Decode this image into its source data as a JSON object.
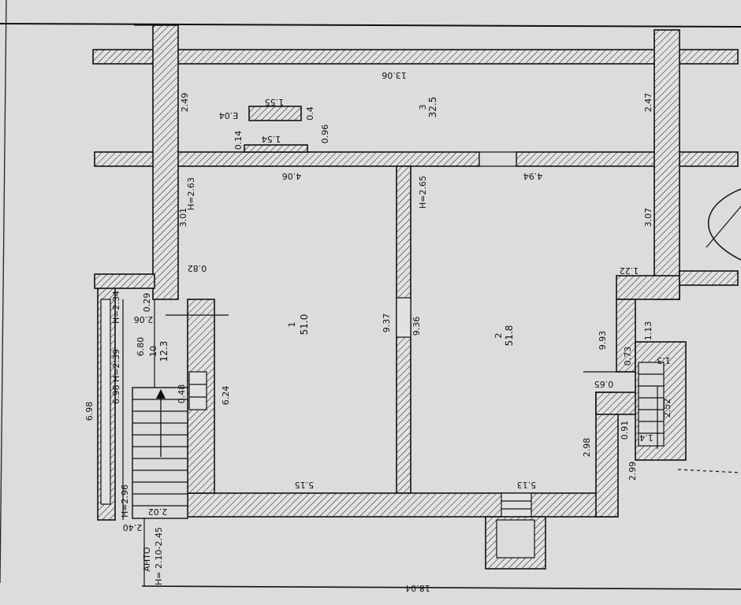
{
  "dimensions": {
    "top_outer": "13.06",
    "right_top": "2.47",
    "left_top": "2.49",
    "bar_len": "1.55",
    "bar_short": "1.54",
    "e_left": "E.04",
    "v04": "0.4",
    "v096": "0.96",
    "v014": "0.14",
    "mid_left": "4.06",
    "mid_right": "4.94",
    "h_left": "H=2.63",
    "h_mid": "H=2.65",
    "v301": "3.01",
    "v307": "3.07",
    "v082": "0.82",
    "v122": "1.22",
    "v029": "0.29",
    "v206": "2.06",
    "h_stair": "H=2.34",
    "v680": "6.80",
    "v937": "9.37",
    "v936": "9.36",
    "v993": "9.93",
    "v073": "0.73",
    "v113": "1.13",
    "v13": "1.3",
    "v065": "0.65",
    "v624": "6.24",
    "v048": "0.48",
    "v698": "6.98",
    "v698h": "6.98 H=2.39",
    "v298": "2.98",
    "v299": "2.99",
    "v252": "2.52",
    "v091": "0.91",
    "v14": "1.4",
    "v515": "5.15",
    "v513": "5.13",
    "h296": "H=2.96",
    "v202": "2.02",
    "v240": "2.40",
    "h210": "H= 2.10-2.45",
    "ago": "AHTO",
    "bottom_outer": "18.04"
  },
  "rooms": [
    {
      "num": "1",
      "area": "51.0"
    },
    {
      "num": "2",
      "area": "51.8"
    },
    {
      "num": "3",
      "area": "32.5"
    },
    {
      "num": "10",
      "area": "12.3"
    }
  ]
}
